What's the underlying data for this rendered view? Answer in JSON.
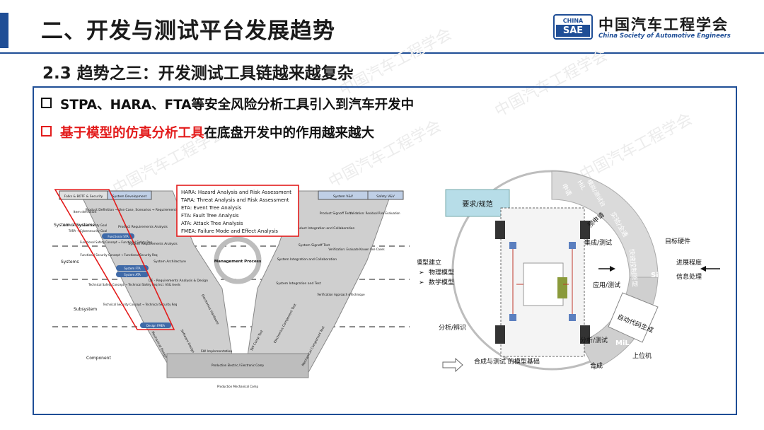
{
  "header": {
    "title": "二、开发与测试平台发展趋势",
    "logo_china": "CHINA",
    "logo_sae": "SAE",
    "org_name_cn": "中国汽车工程学会",
    "org_name_en": "China Society of Automotive Engineers"
  },
  "section": {
    "subtitle": "2.3 趋势之三：开发测试工具链越来越复杂"
  },
  "bullets": {
    "b1": "STPA、HARA、FTA等安全风险分析工具引入到汽车开发中",
    "b2_highlight": "基于模型的仿真分析工具",
    "b2_rest": "在底盘开发中的作用越来越大"
  },
  "watermark": "中国汽车工程学会",
  "vmodel": {
    "top_left": [
      "Folks & BOTF & Security",
      "System Development"
    ],
    "top_right": [
      "System V&V",
      "Safety V&V"
    ],
    "levels": [
      "System of Systems",
      "Systems",
      "Subsystem",
      "Component"
    ],
    "item_definition": "Item definition",
    "hara_goal": "HARA → Functional Safety Goal",
    "tara_goal": "TARA → Cybersecurity Goal",
    "functional_sta": "Functional STA",
    "product_definition": "Product Definition\n→ Use Case, Scenarios\n→ Requirements",
    "product_req": "Product Requirements\nAnalysis",
    "fsc": "Functional Safety Concept\n→ Functional Safety Req",
    "fsec": "Functional Security Concept\n→ Functional Security Req",
    "system_req": "System Requirements\nAnalysis",
    "system_fta": "System FTA",
    "system_ata": "System ATA",
    "system_arch": "System Architecture",
    "mgmt": "Management Process",
    "tsc": "Technical Safety Concept\n→ Technical Safety Req\nIncl. ASIL levels",
    "tsec": "Technical Security Concept\n→ Technical Security Req",
    "de_req": "DE - Requirements\nAnalysis\n& Design",
    "design_fmea": "Design FMEA",
    "mech_design": "Mechanical\nDesign",
    "sw_design": "Software\nDesign",
    "sw_impl": "SW\nImplementation",
    "hw_design": "Electronics\nHardware",
    "prod_ee": "Production\nElectric / Electronic Comp",
    "prod_mech": "Production\nMechanical Comp",
    "prod_signoff": "Product Signoff Test",
    "validation": "Validation:\nResidual Risk\nEvaluation",
    "prod_integration": "Product Integration and Collaboration",
    "sys_signoff": "System Signoff Test",
    "sys_integration": "System Integration and Collaboration",
    "verification_uc": "Verification:\nEvaluate Known\nUse Cases",
    "subsys_integration": "System Integration\nand Test",
    "verification_ap": "Verification\nApproach\n&Technique",
    "sw_test": "SW\nComp\nTest",
    "hw_comp": "Electronics\nComponent Test",
    "mech_comp": "Mechanical\nComponent Test",
    "legend": [
      "HARA: Hazard Analysis and Risk Assessment",
      "TARA: Threat Analysis and Risk Assessment",
      "ETA: Event Tree Analysis",
      "FTA: Fault Tree Analysis",
      "ATA: Attack Tree Analysis",
      "FMEA: Failure Mode and Effect Analysis"
    ]
  },
  "cycle": {
    "requirements": "要求/规范",
    "outer_arc": [
      "申请",
      "HiL",
      "模拟/测试台",
      "HiL",
      "实验/全通",
      "SiL",
      "快速控制原型",
      "自动代码生成",
      "MiL"
    ],
    "model_build": "模型建立",
    "physical_model": "物理模型",
    "math_model": "数学模型",
    "analysis": "分析/辨识",
    "synthesis_base": "合成与测试\n的模型基础",
    "analysis_test": "分析/测试",
    "synthesis": "合成",
    "host": "上位机",
    "target_hw": "目标硬件",
    "progress": "进展程度",
    "info": "信息处理",
    "app_test": "应用/测试",
    "integrate_test": "集成/测试",
    "pre_apply": "预申请"
  }
}
